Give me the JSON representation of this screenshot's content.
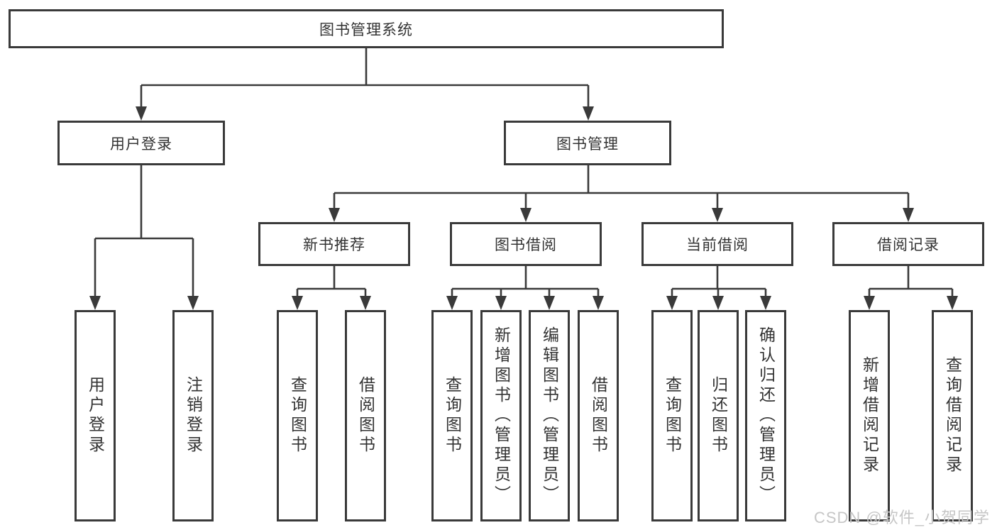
{
  "diagram": {
    "root": {
      "label": "图书管理系统"
    },
    "branches": [
      {
        "label": "用户登录",
        "children": [
          {
            "label": "用户登录"
          },
          {
            "label": "注销登录"
          }
        ]
      },
      {
        "label": "图书管理",
        "children": [
          {
            "label": "新书推荐",
            "children": [
              {
                "label": "查询图书"
              },
              {
                "label": "借阅图书"
              }
            ]
          },
          {
            "label": "图书借阅",
            "children": [
              {
                "label": "查询图书"
              },
              {
                "label": "新增图书（管理员）"
              },
              {
                "label": "编辑图书（管理员）"
              },
              {
                "label": "借阅图书"
              }
            ]
          },
          {
            "label": "当前借阅",
            "children": [
              {
                "label": "查询图书"
              },
              {
                "label": "归还图书"
              },
              {
                "label": "确认归还（管理员）"
              }
            ]
          },
          {
            "label": "借阅记录",
            "children": [
              {
                "label": "新增借阅记录"
              },
              {
                "label": "查询借阅记录"
              }
            ]
          }
        ]
      }
    ],
    "watermark": "CSDN @软件_小贺同学",
    "colors": {
      "line": "#3a3a3a",
      "text": "#333333",
      "watermark": "#c6c6c6",
      "background": "#ffffff"
    }
  }
}
